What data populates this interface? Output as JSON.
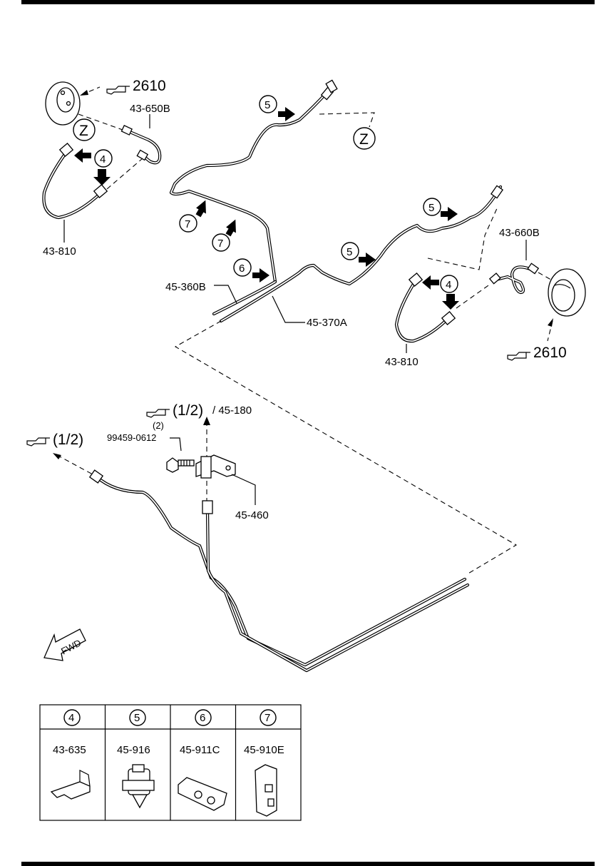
{
  "refs": {
    "ref_2610_top": "2610",
    "ref_2610_right": "2610",
    "ref_half_left": "(1/2)",
    "ref_half_mid": "(1/2)",
    "ref_45_180": "/ 45-180"
  },
  "parts": {
    "p43_650B": "43-650B",
    "p43_660B": "43-660B",
    "p43_810_left": "43-810",
    "p43_810_right": "43-810",
    "p45_360B": "45-360B",
    "p45_370A": "45-370A",
    "p45_460": "45-460",
    "p99459": "99459-0612",
    "qty_2": "(2)"
  },
  "callouts": {
    "z_left": "Z",
    "z_right": "Z",
    "c4_left": "4",
    "c4_right": "4",
    "c5_a": "5",
    "c5_b": "5",
    "c5_c": "5",
    "c6": "6",
    "c7_a": "7",
    "c7_b": "7"
  },
  "fwd_label": "FWD",
  "legend": [
    {
      "num": "4",
      "part": "43-635"
    },
    {
      "num": "5",
      "part": "45-916"
    },
    {
      "num": "6",
      "part": "45-911C"
    },
    {
      "num": "7",
      "part": "45-910E"
    }
  ]
}
